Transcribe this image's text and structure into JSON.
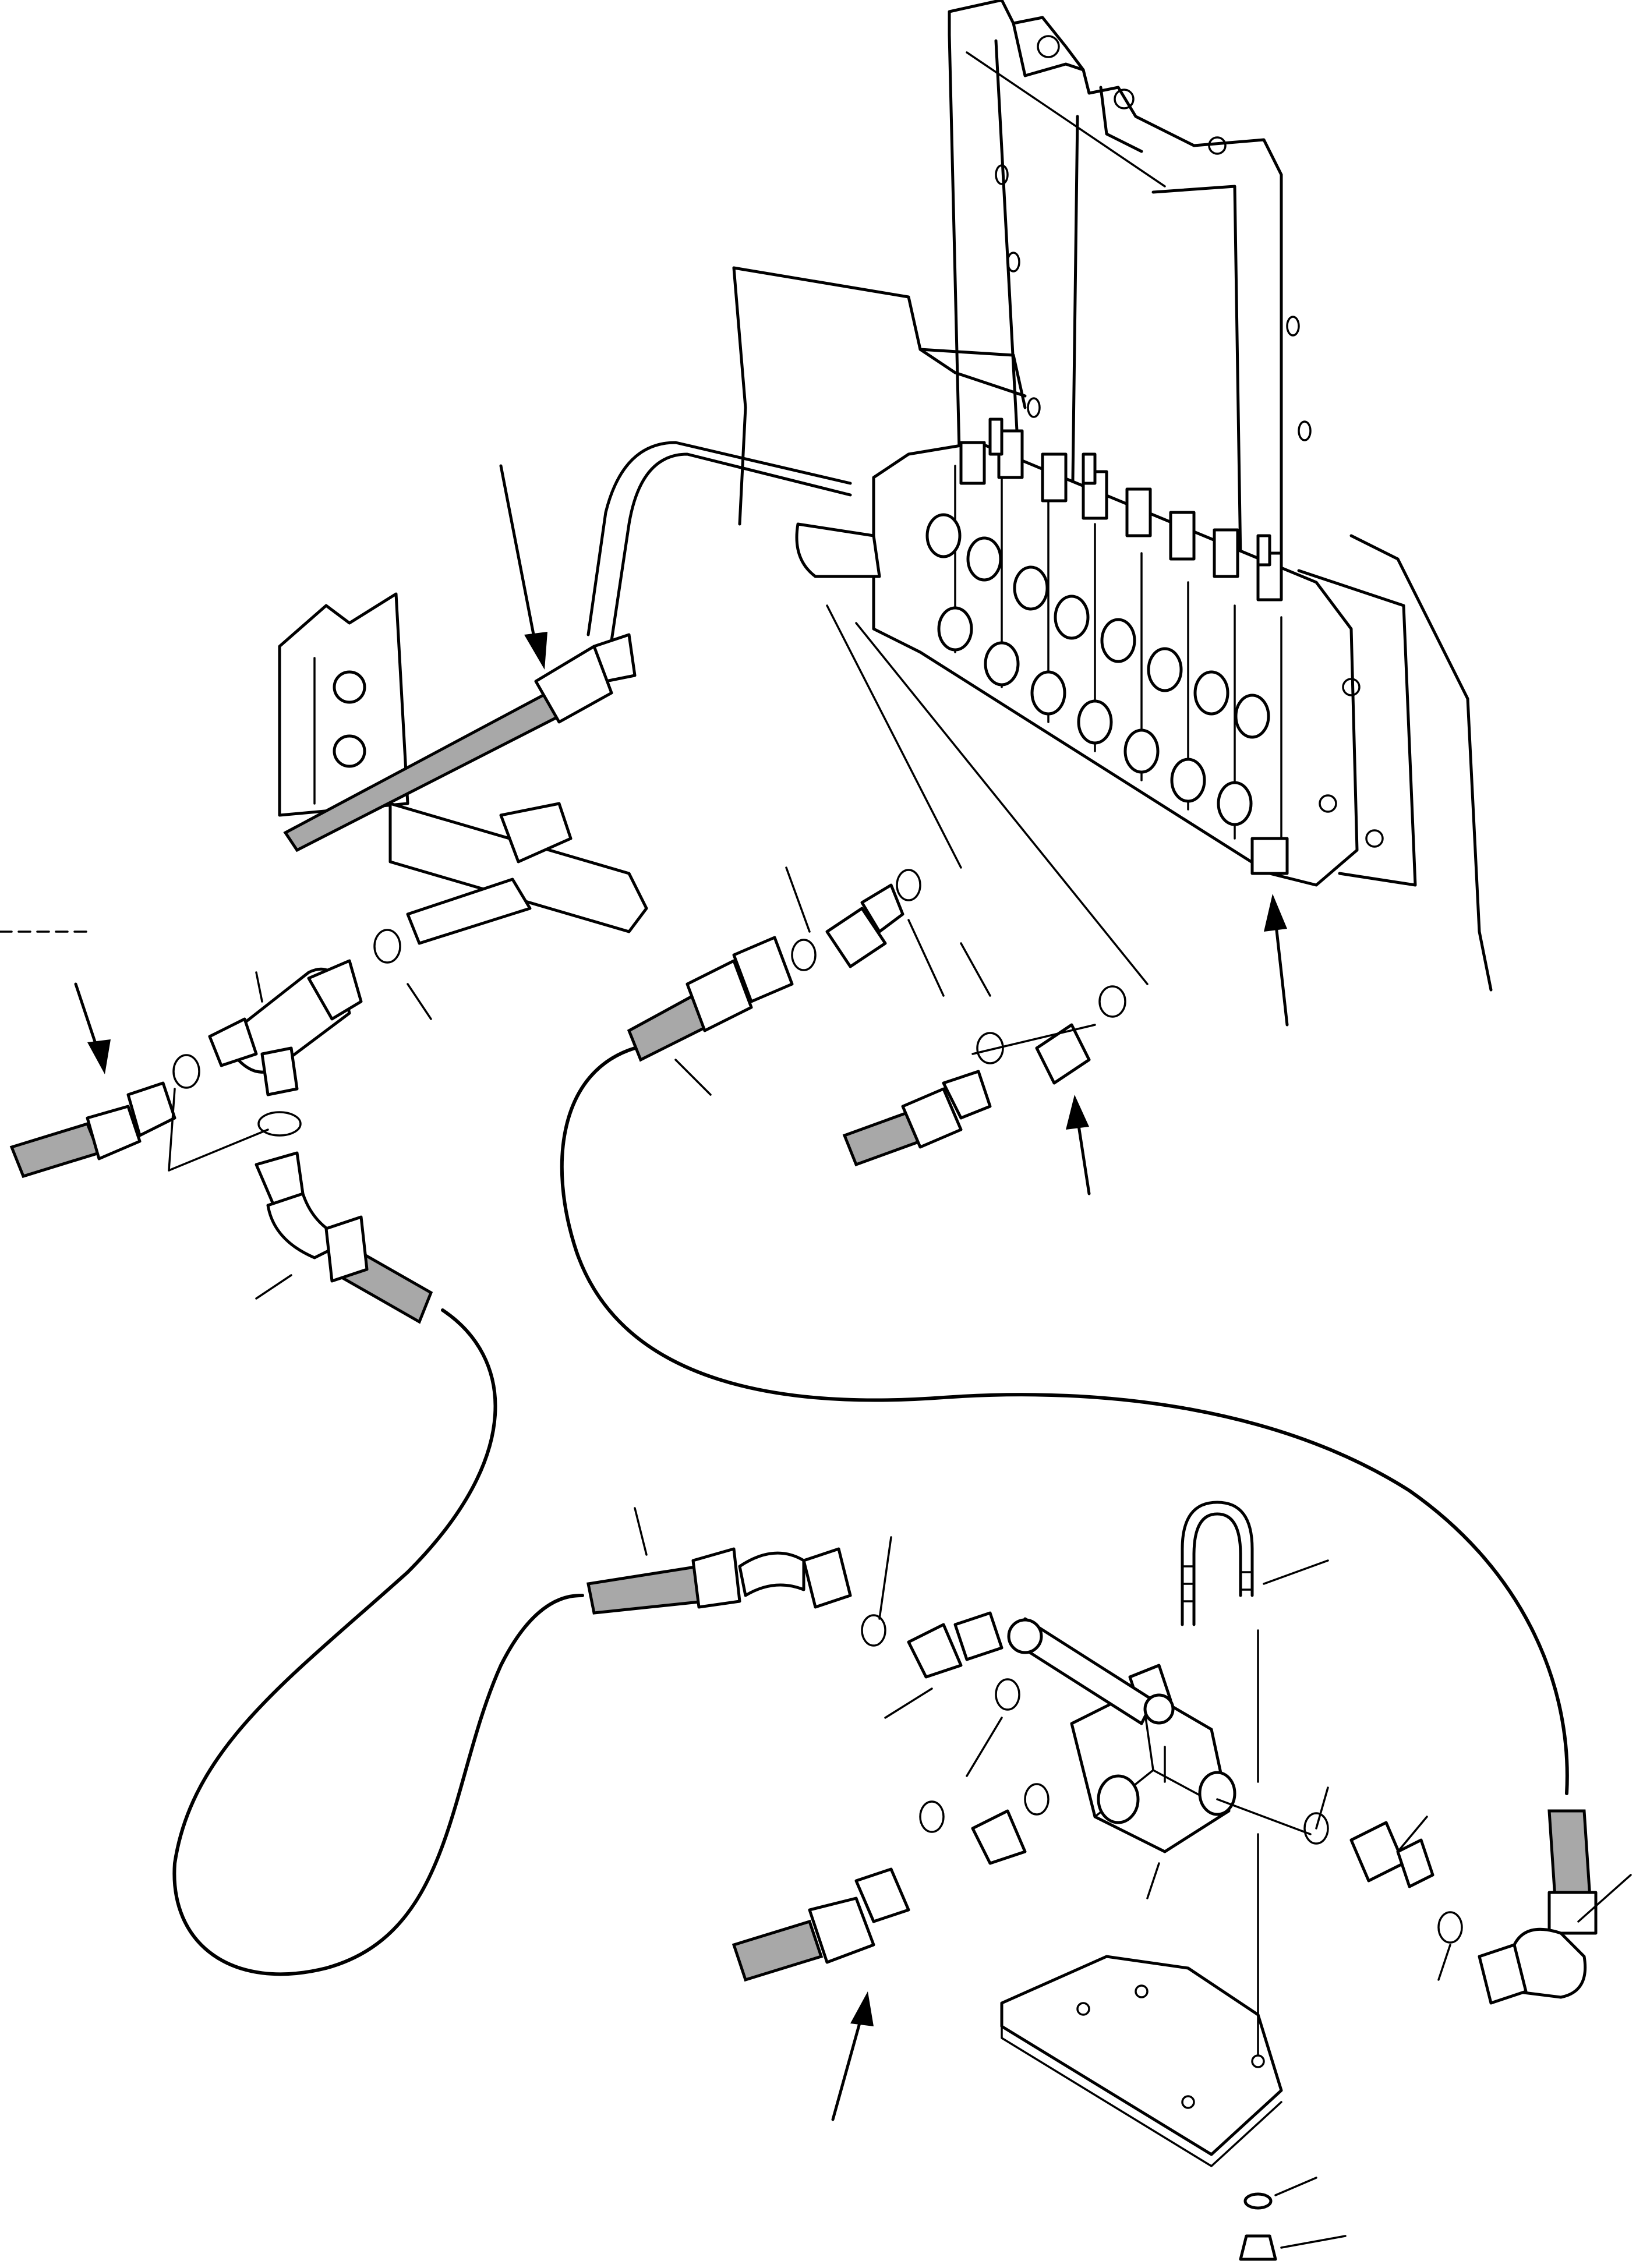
{
  "figure": {
    "caption": "",
    "top_left_label": "",
    "colors": {
      "line": "#000000",
      "background": "#ffffff",
      "hose_sheath": "#a8a8a8"
    }
  },
  "callout_arrows": [
    {
      "id": "arrow-valve-feed"
    },
    {
      "id": "arrow-supply-left"
    },
    {
      "id": "arrow-port-fitting"
    },
    {
      "id": "arrow-valve-port"
    },
    {
      "id": "arrow-bottom-hose"
    }
  ],
  "components": [
    "mounting-frame",
    "control-valve-bank",
    "steel-tube",
    "tee-fitting",
    "ball-valve",
    "valve-handle",
    "u-bolt",
    "mounting-plate",
    "o-ring",
    "adapter",
    "hose-assembly",
    "nut",
    "washer"
  ]
}
